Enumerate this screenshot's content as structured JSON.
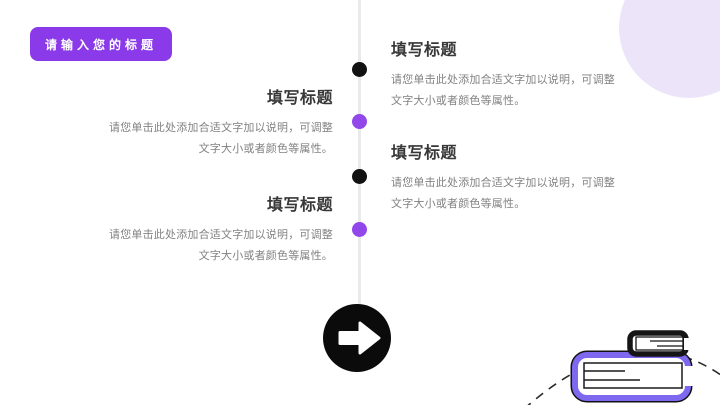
{
  "slide": {
    "badge": {
      "label": "请输入您的标题"
    },
    "timeline": {
      "items": [
        {
          "side": "right",
          "title": "填写标题",
          "body_line1": "请您单击此处添加合适文字加以说明，可调整",
          "body_line2": "文字大小或者颜色等属性。",
          "dot_color": "#121212"
        },
        {
          "side": "left",
          "title": "填写标题",
          "body_line1": "请您单击此处添加合适文字加以说明，可调整",
          "body_line2": "文字大小或者颜色等属性。",
          "dot_color": "#9147ea"
        },
        {
          "side": "right",
          "title": "填写标题",
          "body_line1": "请您单击此处添加合适文字加以说明，可调整",
          "body_line2": "文字大小或者颜色等属性。",
          "dot_color": "#121212"
        },
        {
          "side": "left",
          "title": "填写标题",
          "body_line1": "请您单击此处添加合适文字加以说明，可调整",
          "body_line2": "文字大小或者颜色等属性。",
          "dot_color": "#9147ea"
        }
      ]
    },
    "next_button": {
      "icon": "right-arrow-icon",
      "background": "#0b0b0b"
    },
    "decorations": {
      "corner_circle_color": "#ece4f8",
      "books_icon": "books-icon",
      "dashed_curve_icon": "dashed-arc",
      "book_purple": "#7d68ef",
      "book_black": "#151515"
    },
    "colors": {
      "badge_purple": "#8a3ae8",
      "timeline_line": "#eaeaea",
      "dot_black": "#121212",
      "dot_purple": "#9147ea",
      "title_text": "#383838",
      "body_text": "#828282"
    }
  }
}
